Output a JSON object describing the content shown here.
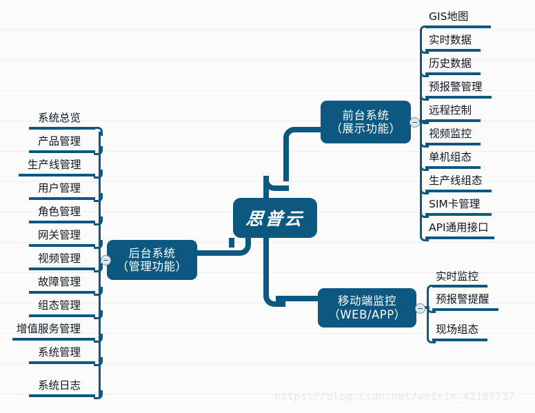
{
  "diagram": {
    "type": "mindmap",
    "title": "思普云",
    "center": {
      "label": "思普云"
    },
    "colors": {
      "node_fill": "#0d5880",
      "node_text": "#ffffff",
      "leaf_text": "#10161e",
      "connector": "#0d5880",
      "background": "#fbfbfb",
      "grid_line": "#eceff1",
      "watermark": "#e8e8e8"
    },
    "branches": [
      {
        "id": "frontend",
        "line1": "前台系统",
        "line2": "（展示功能）",
        "side": "right",
        "toggle": "collapse-toggle",
        "children": [
          "GIS地图",
          "实时数据",
          "历史数据",
          "预报警管理",
          "远程控制",
          "视频监控",
          "单机组态",
          "生产线组态",
          "SIM卡管理",
          "API通用接口"
        ]
      },
      {
        "id": "mobile",
        "line1": "移动端监控",
        "line2": "（WEB/APP）",
        "side": "right",
        "toggle": "collapse-toggle",
        "children": [
          "实时监控",
          "预报警提醒",
          "现场组态"
        ]
      },
      {
        "id": "backend",
        "line1": "后台系统",
        "line2": "（管理功能）",
        "side": "left",
        "toggle": "collapse-toggle",
        "children": [
          "系统总览",
          "产品管理",
          "生产线管理",
          "用户管理",
          "角色管理",
          "网关管理",
          "视频管理",
          "故障管理",
          "组态管理",
          "增值服务管理",
          "系统管理",
          "系统日志"
        ]
      }
    ]
  },
  "watermark": {
    "text": "https://blog.csdn.net/weixin_42187737"
  }
}
